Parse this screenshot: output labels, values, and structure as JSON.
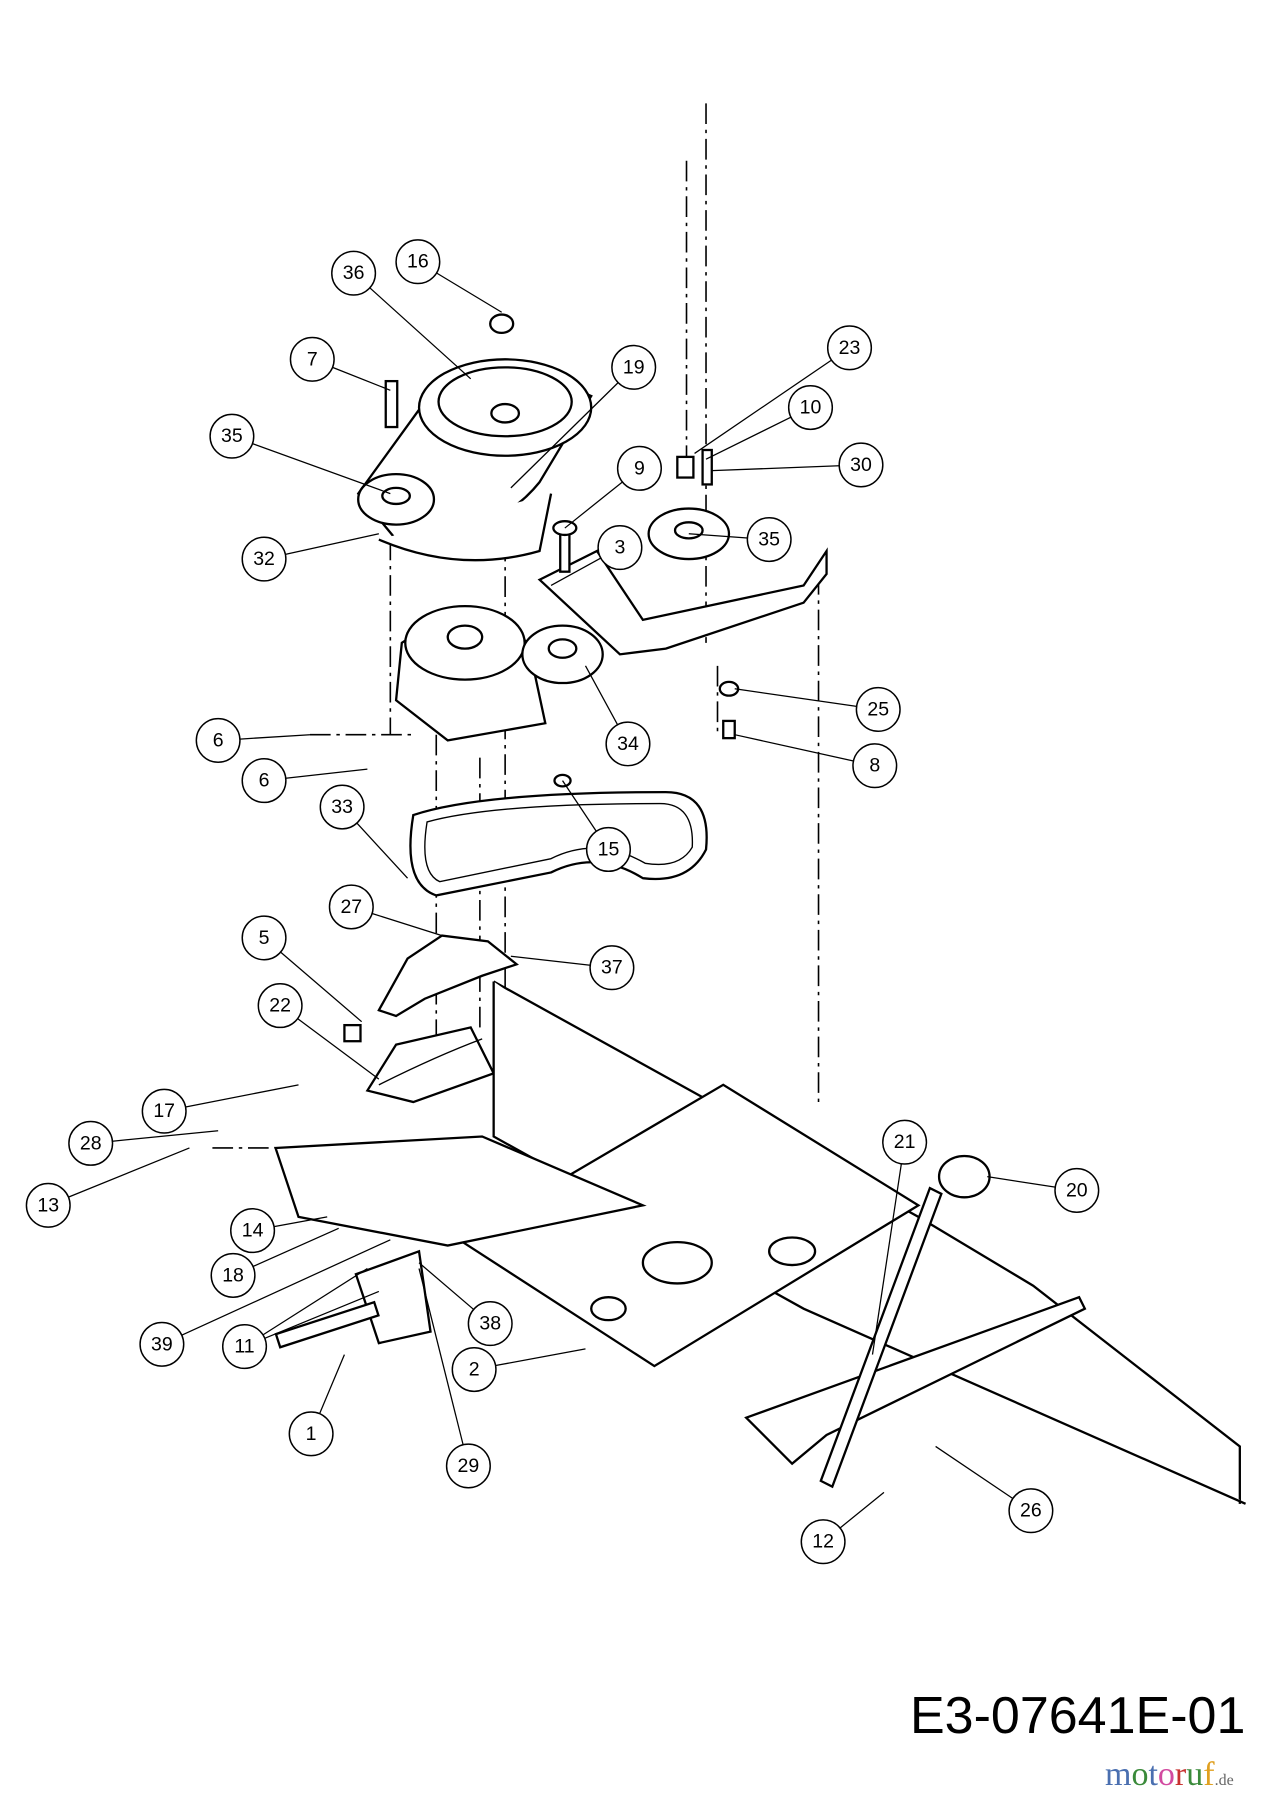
{
  "diagram": {
    "drawing_number": "E3-07641E-01",
    "watermark": "motoruf",
    "watermark_suffix": ".de",
    "callouts": [
      "16",
      "36",
      "7",
      "19",
      "35",
      "23",
      "10",
      "30",
      "9",
      "3",
      "35",
      "32",
      "6",
      "6",
      "34",
      "25",
      "8",
      "33",
      "15",
      "27",
      "37",
      "5",
      "22",
      "17",
      "28",
      "13",
      "14",
      "18",
      "39",
      "11",
      "38",
      "2",
      "1",
      "29",
      "21",
      "20",
      "26",
      "12"
    ]
  }
}
